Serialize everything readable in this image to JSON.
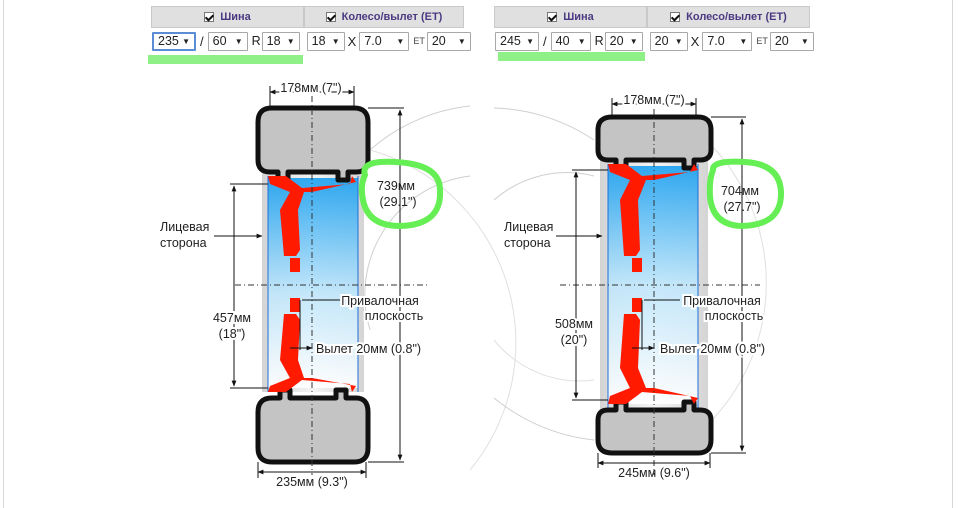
{
  "left": {
    "tire_header": "Шина",
    "wheel_header": "Колесо/вылет (ET)",
    "tire_width": "235",
    "tire_slash": "/",
    "tire_profile": "60",
    "tire_r": "R",
    "tire_rim": "18",
    "wheel_diam": "18",
    "wheel_x": "X",
    "wheel_width": "7.0",
    "et_label": "ET",
    "et_value": "20",
    "dim_top": "178мм (7\")",
    "dim_outer_mm": "739мм",
    "dim_outer_in": "(29.1\")",
    "face_label_1": "Лицевая",
    "face_label_2": "сторона",
    "rim_mm": "457мм",
    "rim_in": "(18\")",
    "mount_1": "Привалочная",
    "mount_2": "плоскость",
    "offset": "Вылет 20мм (0.8\")",
    "dim_bottom": "235мм (9.3\")"
  },
  "right": {
    "tire_header": "Шина",
    "wheel_header": "Колесо/вылет (ET)",
    "tire_width": "245",
    "tire_slash": "/",
    "tire_profile": "40",
    "tire_r": "R",
    "tire_rim": "20",
    "wheel_diam": "20",
    "wheel_x": "X",
    "wheel_width": "7.0",
    "et_label": "ET",
    "et_value": "20",
    "dim_top": "178мм (7\")",
    "dim_outer_mm": "704мм",
    "dim_outer_in": "(27.7\")",
    "face_label_1": "Лицевая",
    "face_label_2": "сторона",
    "rim_mm": "508мм",
    "rim_in": "(20\")",
    "mount_1": "Привалочная",
    "mount_2": "плоскость",
    "offset": "Вылет 20мм (0.8\")",
    "dim_bottom": "245мм (9.6\")"
  },
  "colors": {
    "header_text": "#4b3a82",
    "green_highlight": "#8ff088",
    "green_circle": "#66ee55",
    "wheel_red": "#ff1a00",
    "tire_gray": "#c4c4c4",
    "tire_outline": "#111111",
    "rim_blue": "#1aa0f0"
  },
  "icons": {
    "checkbox": "checkbox-checked-icon",
    "dropdown": "dropdown-arrow-icon"
  }
}
